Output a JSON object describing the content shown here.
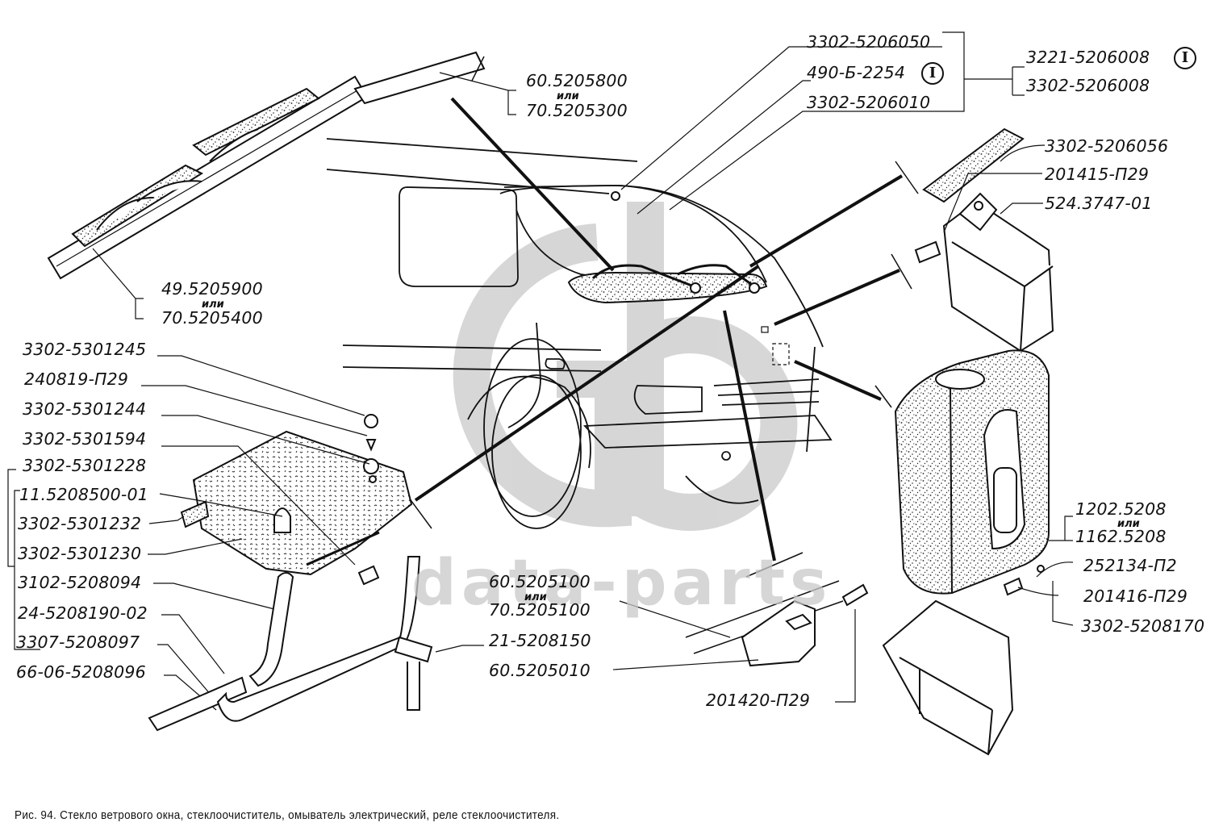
{
  "figure": {
    "caption": "Рис. 94. Стекло ветрового окна, стеклоочиститель, омыватель электрический, реле стеклоочистителя.",
    "watermark": "data-parts",
    "or_word": "или",
    "circle_mark": "I"
  },
  "labels": {
    "wiper_arm_a": "60.5205800",
    "wiper_arm_b": "70.5205300",
    "wiper_blade_a": "49.5205900",
    "wiper_blade_b": "70.5205400",
    "glass_3302_5206050": "3302-5206050",
    "glass_490_b_2254": "490-Б-2254",
    "glass_3302_5206010": "3302-5206010",
    "glass_3221_5206008": "3221-5206008",
    "glass_3302_5206008": "3302-5206008",
    "seal_3302_5206056": "3302-5206056",
    "bolt_201415_p29": "201415-П29",
    "relay_524_3747_01": "524.3747-01",
    "left_3302_5301245": "3302-5301245",
    "left_240819_p29": "240819-П29",
    "left_3302_5301244": "3302-5301244",
    "left_3302_5301594": "3302-5301594",
    "left_3302_5301228": "3302-5301228",
    "left_11_5208500_01": "11.5208500-01",
    "left_3302_5301232": "3302-5301232",
    "left_3302_5301230": "3302-5301230",
    "left_3102_5208094": "3102-5208094",
    "left_24_5208190_02": "24-5208190-02",
    "left_3307_5208097": "3307-5208097",
    "left_66_06_5208096": "66-06-5208096",
    "motor_a": "60.5205100",
    "motor_b": "70.5205100",
    "grommet_21_5208150": "21-5208150",
    "bracket_60_5205010": "60.5205010",
    "bolt_201420_p29": "201420-П29",
    "pump_a": "1202.5208",
    "pump_b": "1162.5208",
    "washer_252134_p2": "252134-П2",
    "bolt_201416_p29": "201416-П29",
    "tank_3302_5208170": "3302-5208170"
  }
}
